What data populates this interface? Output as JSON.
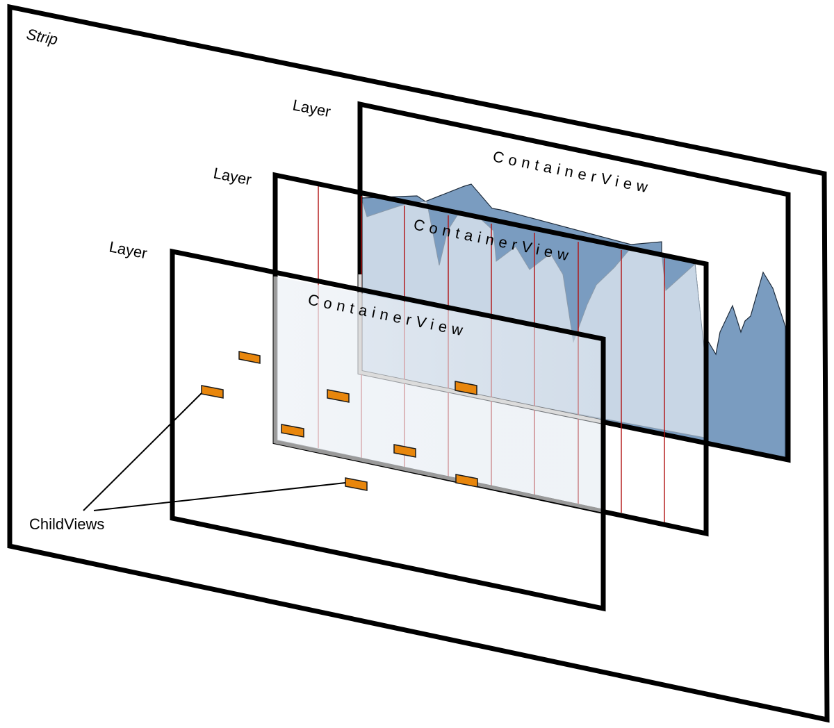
{
  "diagram": {
    "strip_label": "Strip",
    "layer_labels": [
      "Layer",
      "Layer",
      "Layer"
    ],
    "container_view_labels": [
      "ContainerView",
      "ContainerView",
      "ContainerView"
    ],
    "childviews_label": "ChildViews"
  },
  "colors": {
    "frame": "#000000",
    "area_dark": "#7a9cc0",
    "area_light": "#c8d6e5",
    "divider": "#b01010",
    "child_view": "#e8860c"
  }
}
